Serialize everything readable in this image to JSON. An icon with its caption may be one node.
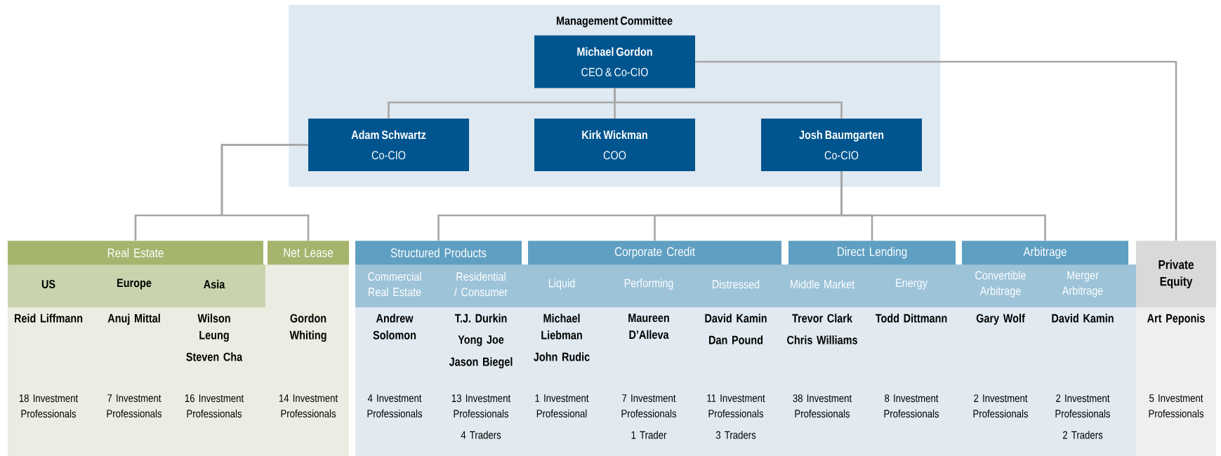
{
  "diagram": {
    "nodes": [
      {
        "text": [
          "Management Committee"
        ]
      },
      {
        "text": [
          "Michael Gordon",
          "CEO & Co-CIO"
        ],
        "in": 0
      },
      {
        "text": [
          "Adam Schwartz",
          "Co-CIO"
        ],
        "in": 0
      },
      {
        "text": [
          "Kirk Wickman",
          "COO"
        ],
        "in": 0
      },
      {
        "text": [
          "Josh Baumgarten",
          "Co-CIO"
        ],
        "in": 0
      },
      {
        "text": [
          "Real Estate"
        ]
      },
      {
        "text": [
          "Net Lease"
        ]
      },
      {
        "text": [
          "Structured Products"
        ]
      },
      {
        "text": [
          "Corporate Credit"
        ]
      },
      {
        "text": [
          "Direct Lending"
        ]
      },
      {
        "text": [
          "Arbitrage"
        ]
      },
      {
        "text": [
          "Private Equity"
        ]
      },
      {
        "text": [
          "US",
          "Reid Liffmann",
          "18 Investment Professionals"
        ]
      },
      {
        "text": [
          "Europe",
          "Anuj Mittal",
          "7 Investment Professionals"
        ]
      },
      {
        "text": [
          "Asia",
          "Wilson Leung",
          "Steven Cha",
          "16 Investment Professionals"
        ]
      },
      {
        "text": [
          "Gordon Whiting",
          "14 Investment Professionals"
        ]
      },
      {
        "text": [
          "Commercial Real Estate",
          "Andrew Solomon",
          "4 Investment Professionals"
        ]
      },
      {
        "text": [
          "Residential / Consumer",
          "T.J. Durkin",
          "Yong Joe",
          "Jason Biegel",
          "13 Investment Professionals",
          "4 Traders"
        ]
      },
      {
        "text": [
          "Liquid",
          "Michael Liebman",
          "John Rudic",
          "1 Investment Professional"
        ]
      },
      {
        "text": [
          "Performing",
          "Maureen D’Alleva",
          "7 Investment Professionals",
          "1 Trader"
        ]
      },
      {
        "text": [
          "Distressed",
          "David Kamin",
          "Dan Pound",
          "11 Investment Professionals",
          "3 Traders"
        ]
      },
      {
        "text": [
          "Middle Market",
          "Trevor Clark",
          "Chris Williams",
          "38 Investment Professionals"
        ]
      },
      {
        "text": [
          "Energy",
          "Todd Dittmann",
          "8 Investment Professionals"
        ]
      },
      {
        "text": [
          "Convertible Arbitrage",
          "Gary Wolf",
          "2 Investment Professionals"
        ]
      },
      {
        "text": [
          "Merger Arbitrage",
          "David Kamin",
          "2 Investment Professionals",
          "2 Traders"
        ]
      },
      {
        "text": [
          "Art Peponis",
          "5 Investment Professionals"
        ]
      }
    ],
    "edges": [
      {
        "from": 1,
        "to": 2,
        "arrow": "none"
      },
      {
        "from": 1,
        "to": 3,
        "arrow": "none"
      },
      {
        "from": 1,
        "to": 4,
        "arrow": "none"
      },
      {
        "from": 1,
        "to": 11,
        "arrow": "none"
      },
      {
        "from": 2,
        "to": 5,
        "arrow": "none"
      },
      {
        "from": 2,
        "to": 6,
        "arrow": "none"
      },
      {
        "from": 4,
        "to": 7,
        "arrow": "none"
      },
      {
        "from": 4,
        "to": 8,
        "arrow": "none"
      },
      {
        "from": 4,
        "to": 9,
        "arrow": "none"
      },
      {
        "from": 4,
        "to": 10,
        "arrow": "none"
      }
    ]
  }
}
